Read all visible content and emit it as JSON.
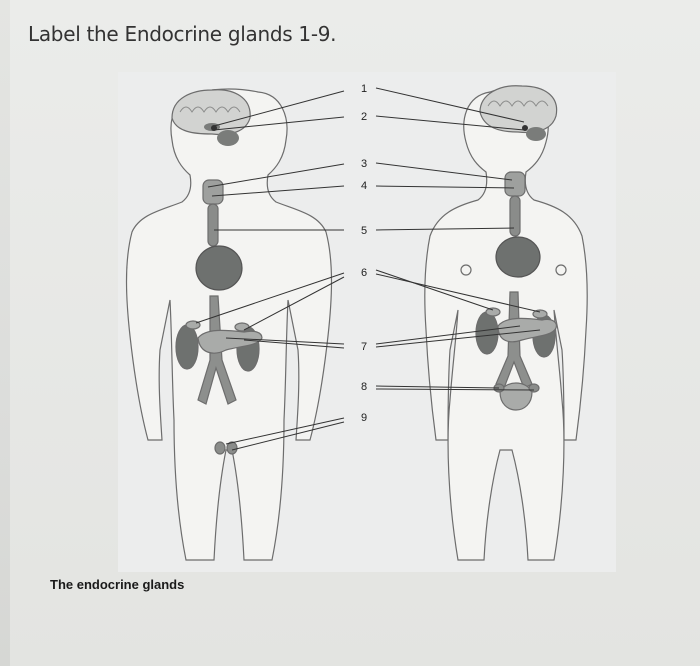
{
  "question": {
    "text": "Label the Endocrine glands 1-9."
  },
  "figure": {
    "caption": "The endocrine glands",
    "labels": [
      "1",
      "2",
      "3",
      "4",
      "5",
      "6",
      "7",
      "8",
      "9"
    ]
  },
  "colors": {
    "organ": "#6e716f",
    "organ_light": "#a9aba9",
    "body_fill": "#f4f4f2",
    "outline": "#6d6d6d",
    "line": "#333333"
  }
}
